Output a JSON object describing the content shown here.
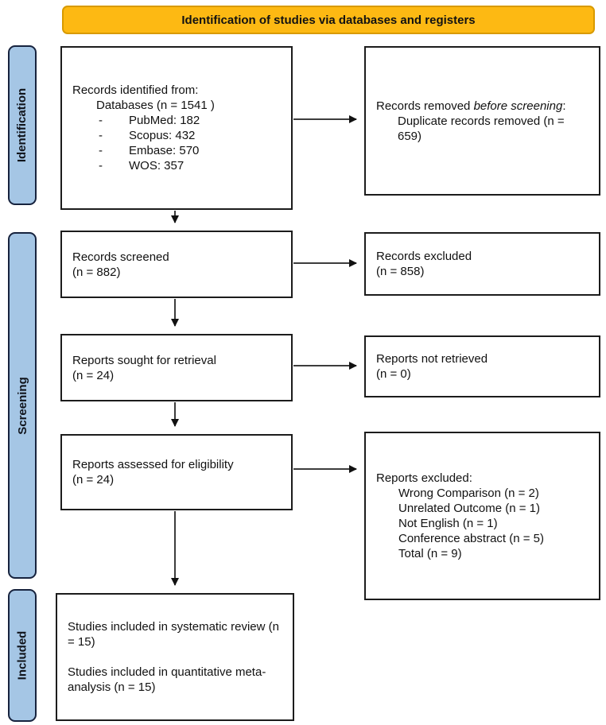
{
  "banner": {
    "title": "Identification of studies via databases and registers"
  },
  "stages": {
    "identification": "Identification",
    "screening": "Screening",
    "included": "Included"
  },
  "colors": {
    "banner_fill": "#FDB913",
    "banner_border": "#D89A00",
    "stage_fill": "#A5C6E5",
    "stage_border": "#17233E",
    "box_border": "#1C1C1C",
    "arrow": "#3D3D3D"
  },
  "boxes": {
    "records_identified": {
      "title": "Records identified from:",
      "subtitle": "Databases (n = 1541 )",
      "bullet": "-",
      "items": [
        "PubMed: 182",
        "Scopus: 432",
        "Embase: 570",
        "WOS: 357"
      ]
    },
    "records_removed": {
      "prefix": "Records removed ",
      "italic": "before screening",
      "suffix": ":",
      "detail": "Duplicate records removed  (n = 659)"
    },
    "records_screened": {
      "line1": "Records screened",
      "line2": "(n = 882)"
    },
    "records_excluded": {
      "line1": "Records excluded",
      "line2": "(n = 858)"
    },
    "reports_sought": {
      "line1": "Reports sought for retrieval",
      "line2": "(n = 24)"
    },
    "reports_not_retrieved": {
      "line1": "Reports not retrieved",
      "line2": "(n = 0)"
    },
    "reports_assessed": {
      "line1": "Reports assessed for eligibility",
      "line2": "(n = 24)"
    },
    "reports_excluded": {
      "title": "Reports excluded:",
      "items": [
        "Wrong Comparison (n = 2)",
        "Unrelated Outcome (n = 1)",
        "Not English (n = 1)",
        "Conference abstract (n = 5)",
        "Total (n = 9)"
      ]
    },
    "studies_included": {
      "para1": "Studies included in systematic review (n = 15)",
      "para2": "Studies included in quantitative meta-analysis (n = 15)"
    }
  }
}
